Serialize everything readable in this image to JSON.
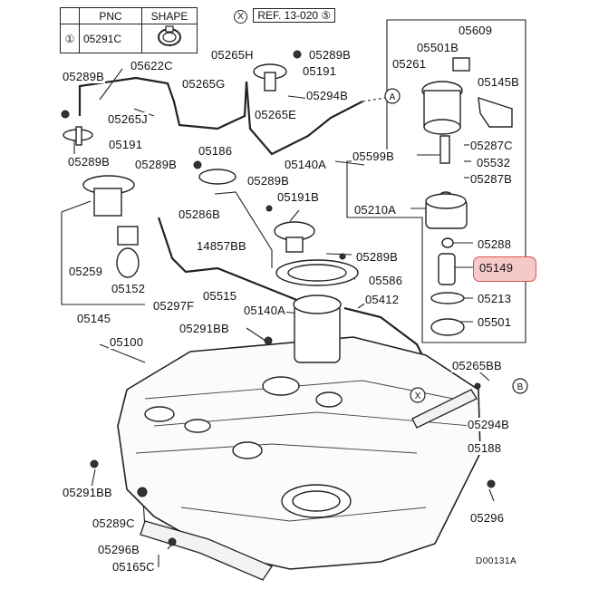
{
  "header": {
    "pnc_col": "PNC",
    "shape_col": "SHAPE",
    "row_marker": "①",
    "row_pnc": "05291C",
    "ref_marker": "X",
    "ref_text": "REF. 13-020",
    "ref_suffix": "⑤"
  },
  "connectors": {
    "a": "A",
    "b": "B",
    "x": "X"
  },
  "highlight_color": "#f6c9c9",
  "labels": {
    "p05622C": "05622C",
    "p05265H": "05265H",
    "p05289B_top": "05289B",
    "p05191_top": "05191",
    "p05289B_left": "05289B",
    "p05265G": "05265G",
    "p05294B_top": "05294B",
    "p05265J": "05265J",
    "p05265E": "05265E",
    "p05191_left": "05191",
    "p05186": "05186",
    "p05289B_l2": "05289B",
    "p05289B_mid": "05289B",
    "p05140A_top": "05140A",
    "p05289B_m2": "05289B",
    "p05191B": "05191B",
    "p05286B": "05286B",
    "p14857BB": "14857BB",
    "p05259": "05259",
    "p05152": "05152",
    "p05145_left": "05145",
    "p05297F": "05297F",
    "p05515": "05515",
    "p05289B_r": "05289B",
    "p05586": "05586",
    "p05412": "05412",
    "p05140A_mid": "05140A",
    "p05291BB_top": "05291BB",
    "p05100": "05100",
    "p05609": "05609",
    "p05501B": "05501B",
    "p05261": "05261",
    "p05145B": "05145B",
    "p05599B": "05599B",
    "p05287C": "05287C",
    "p05532": "05532",
    "p05287B": "05287B",
    "p05210A": "05210A",
    "p05288": "05288",
    "p05149": "05149",
    "p05213": "05213",
    "p05501": "05501",
    "p05265BB": "05265BB",
    "p05294B_bot": "05294B",
    "p05188": "05188",
    "p05291BB_bot": "05291BB",
    "p05289C": "05289C",
    "p05296B": "05296B",
    "p05165C": "05165C",
    "p05296": "05296"
  },
  "footer_code": "D00131A"
}
